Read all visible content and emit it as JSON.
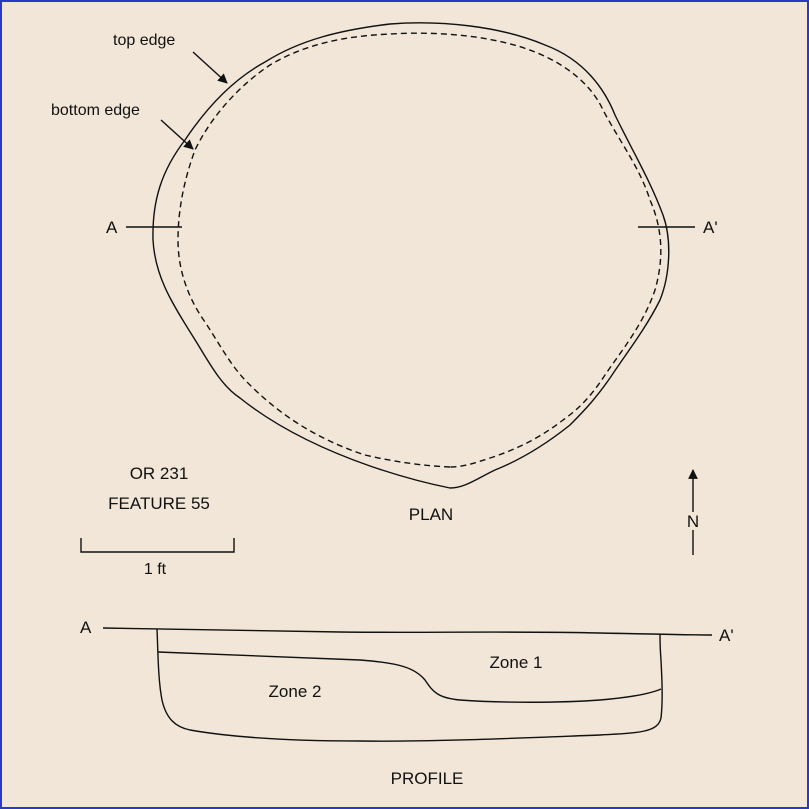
{
  "labels": {
    "top_edge": "top edge",
    "bottom_edge": "bottom edge",
    "section_a": "A",
    "section_a_prime": "A'",
    "site_line1": "OR 231",
    "site_line2": "FEATURE 55",
    "plan": "PLAN",
    "north": "N",
    "scale": "1 ft",
    "profile_a": "A",
    "profile_a_prime": "A'",
    "zone1": "Zone 1",
    "zone2": "Zone 2",
    "profile": "PROFILE"
  },
  "colors": {
    "background": "#f1e6d7",
    "border": "#2a39c8",
    "ink": "#111111"
  }
}
